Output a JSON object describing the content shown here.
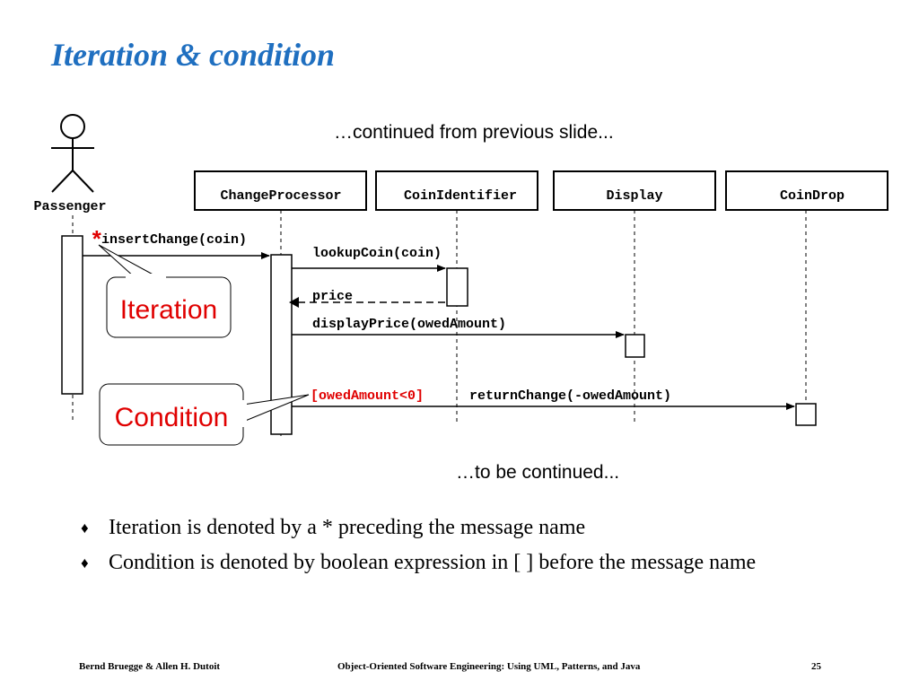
{
  "slide": {
    "title": "Iteration & condition",
    "continued_from": "…continued from previous slide...",
    "to_be_continued": "…to be continued..."
  },
  "diagram": {
    "actor": "Passenger",
    "objects": [
      "ChangeProcessor",
      "CoinIdentifier",
      "Display",
      "CoinDrop"
    ],
    "messages": {
      "iteration_mark": "*",
      "insert_change": "insertChange(coin)",
      "lookup_coin": "lookupCoin(coin)",
      "price": "price",
      "display_price": "displayPrice(owedAmount)",
      "guard": "[owedAmount<0]",
      "return_change": "returnChange(-owedAmount)"
    },
    "callouts": {
      "iteration": "Iteration",
      "condition": "Condition"
    },
    "colors": {
      "accent": "#e00000",
      "title": "#1f6fc0"
    }
  },
  "bullets": [
    "Iteration is denoted by a * preceding the message name",
    "Condition is denoted by boolean expression in [ ] before the message name"
  ],
  "footer": {
    "authors": "Bernd Bruegge & Allen H. Dutoit",
    "book": "Object-Oriented Software Engineering: Using UML, Patterns, and Java",
    "page": "25"
  }
}
